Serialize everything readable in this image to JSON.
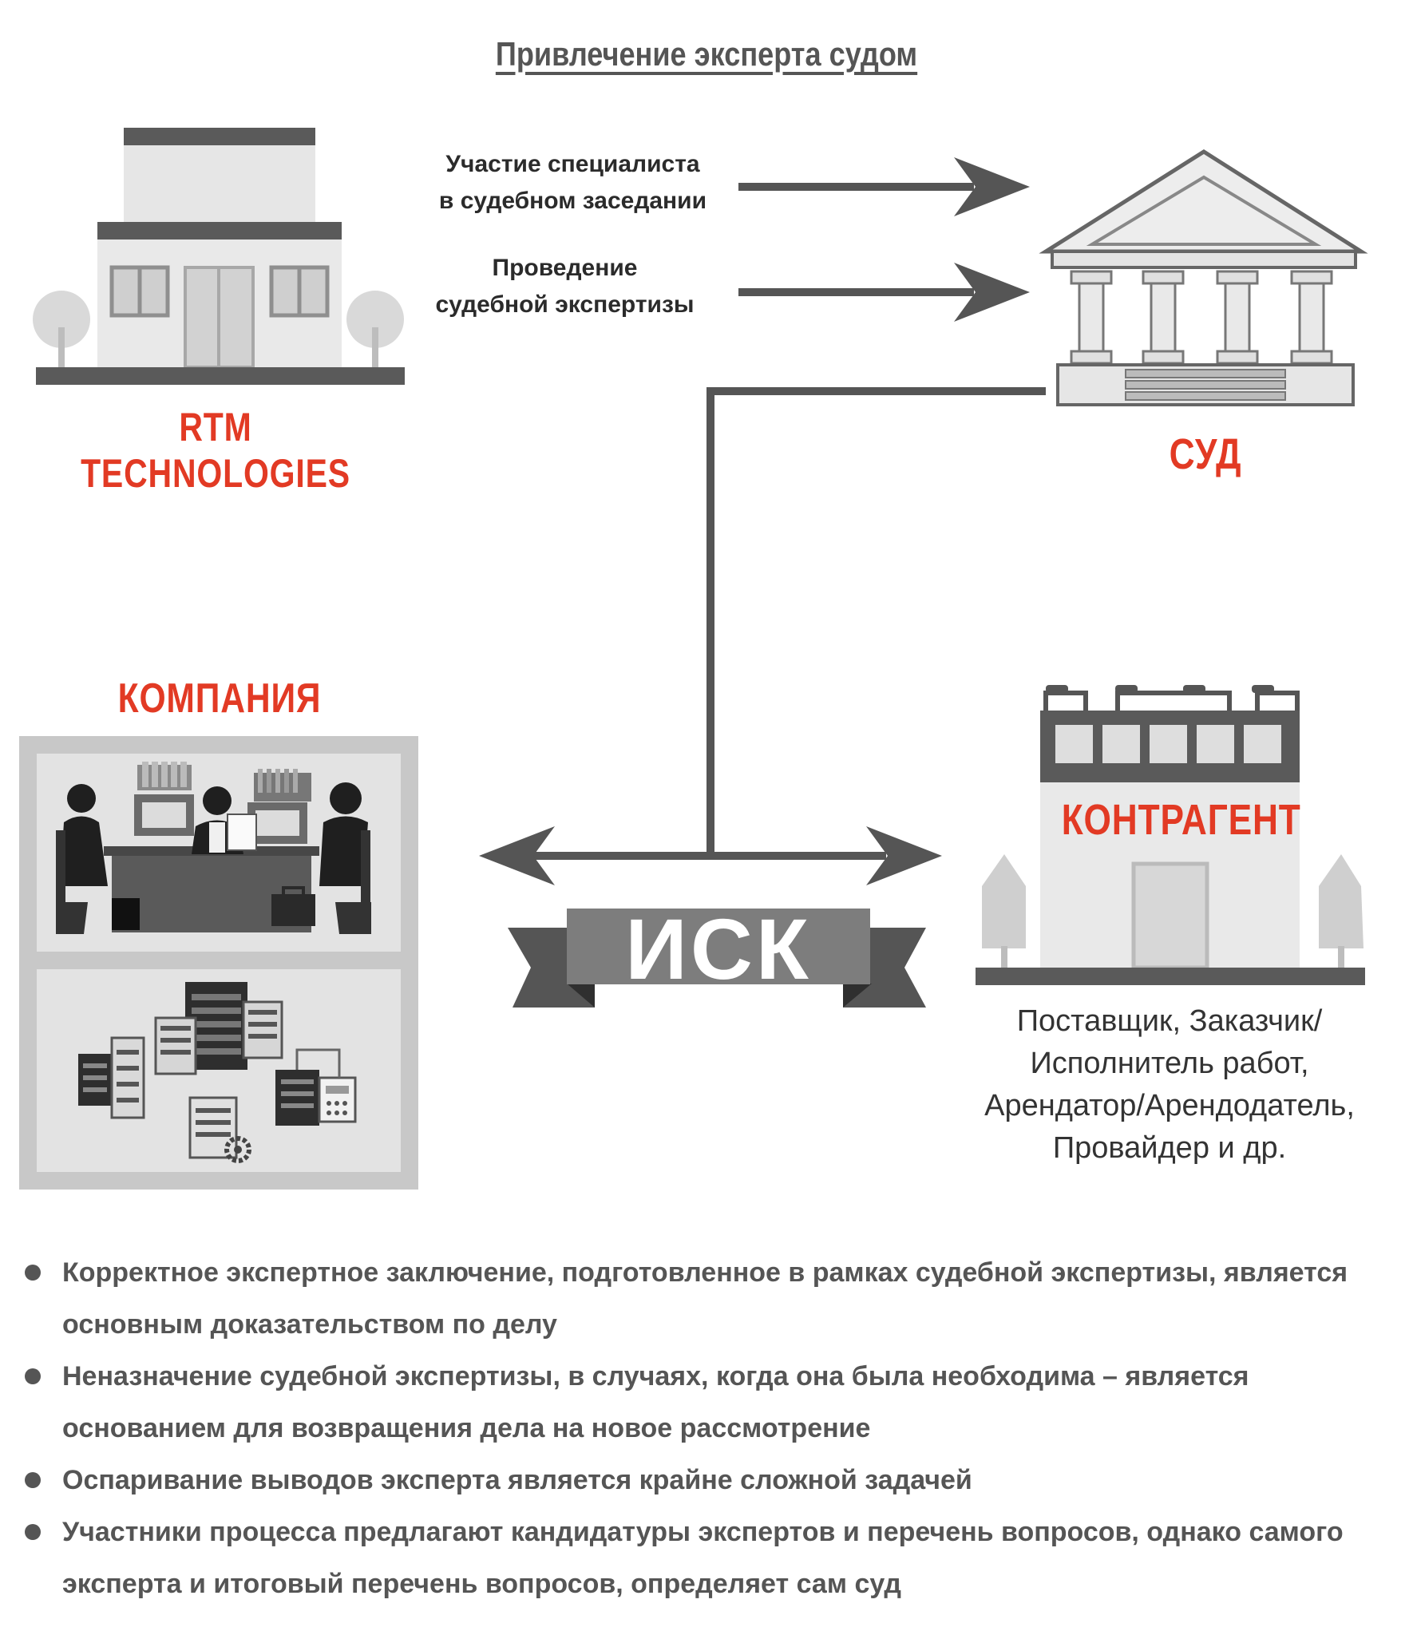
{
  "title": "Привлечение эксперта судом",
  "rtm": {
    "label": "RTM TECHNOLOGIES"
  },
  "court": {
    "label": "СУД"
  },
  "arrows": {
    "top": {
      "line1": "Участие специалиста",
      "line2": "в судебном заседании"
    },
    "bottom": {
      "line1": "Проведение",
      "line2": "судебной экспертизы"
    }
  },
  "company": {
    "label": "КОМПАНИЯ"
  },
  "counterparty": {
    "label": "КОНТРАГЕНТ",
    "roles": [
      "Поставщик, Заказчик/",
      "Исполнитель работ,",
      "Арендатор/Арендодатель,",
      "Провайдер и др."
    ]
  },
  "isk": {
    "label": "ИСК"
  },
  "bullets": [
    "Корректное экспертное заключение, подготовленное в рамках судебной экспертизы, является основным доказательством по делу",
    "Неназначение судебной экспертизы, в случаях, когда она была необходима – является основанием для возвращения дела на новое рассмотрение",
    "Оспаривание выводов эксперта является крайне сложной задачей",
    "Участники процесса предлагают кандидатуры экспертов и перечень вопросов, однако самого эксперта и итоговый перечень вопросов, определяет сам суд"
  ],
  "colors": {
    "accent_red": "#e23a24",
    "dark_gray": "#555555",
    "mid_gray": "#8a8a8a",
    "light_gray": "#d9d9d9"
  }
}
